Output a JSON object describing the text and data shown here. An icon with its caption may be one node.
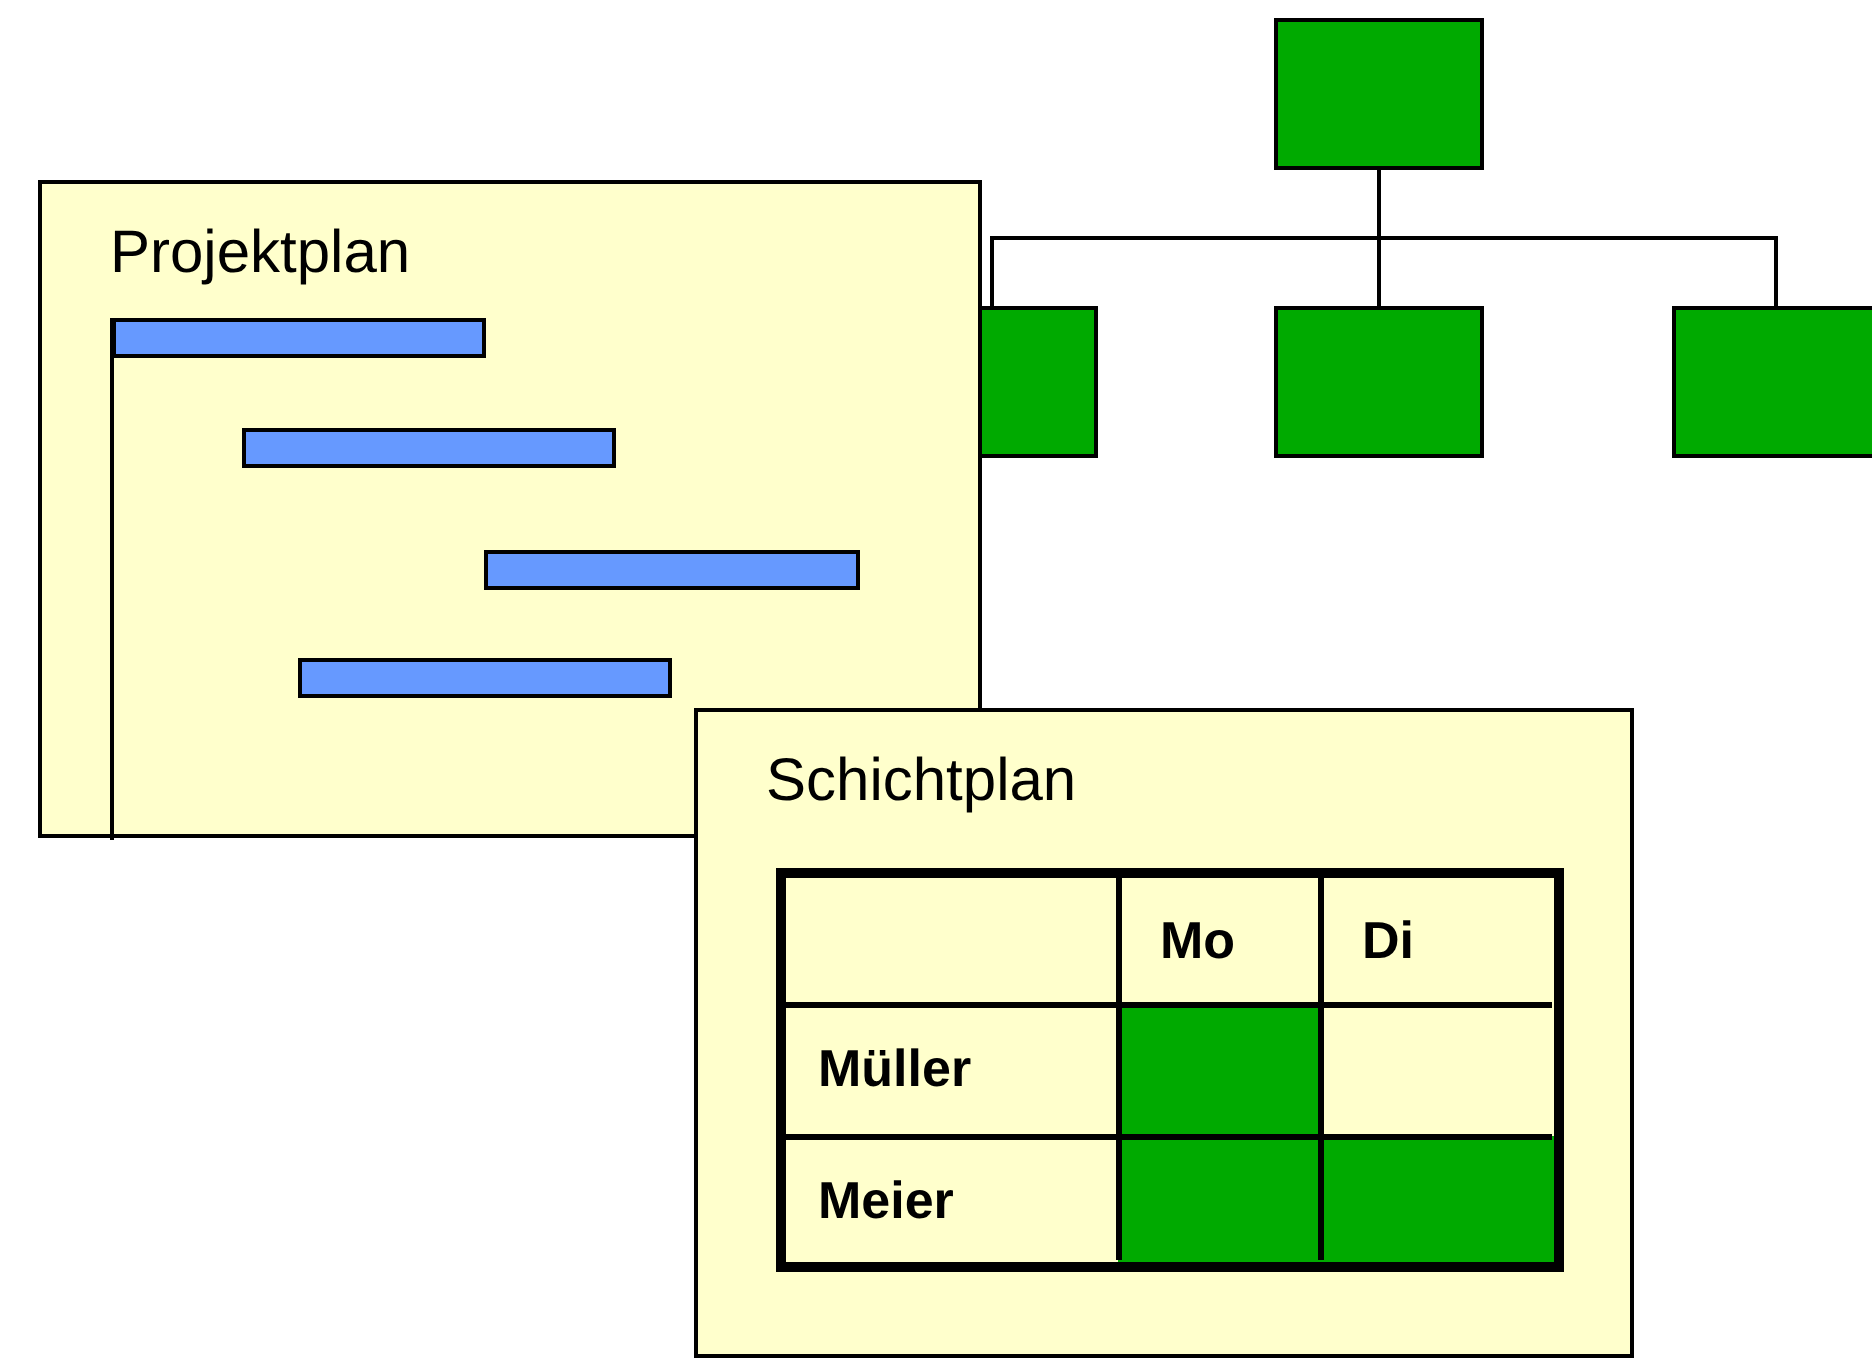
{
  "diagram": {
    "nodes": [
      {
        "text": [],
        "shape": "box"
      },
      {
        "text": [],
        "shape": "box"
      },
      {
        "text": [],
        "shape": "box"
      },
      {
        "text": [],
        "shape": "box"
      },
      {
        "text": [
          "Projektplan"
        ]
      },
      {
        "text": [
          "Schichtplan"
        ]
      }
    ],
    "edges": [
      {
        "from": 0,
        "to": 1,
        "arrow": "none"
      },
      {
        "from": 0,
        "to": 2,
        "arrow": "none"
      },
      {
        "from": 0,
        "to": 3,
        "arrow": "none"
      }
    ],
    "labels": [
      "Mo",
      "Di",
      "Müller",
      "Meier"
    ]
  }
}
